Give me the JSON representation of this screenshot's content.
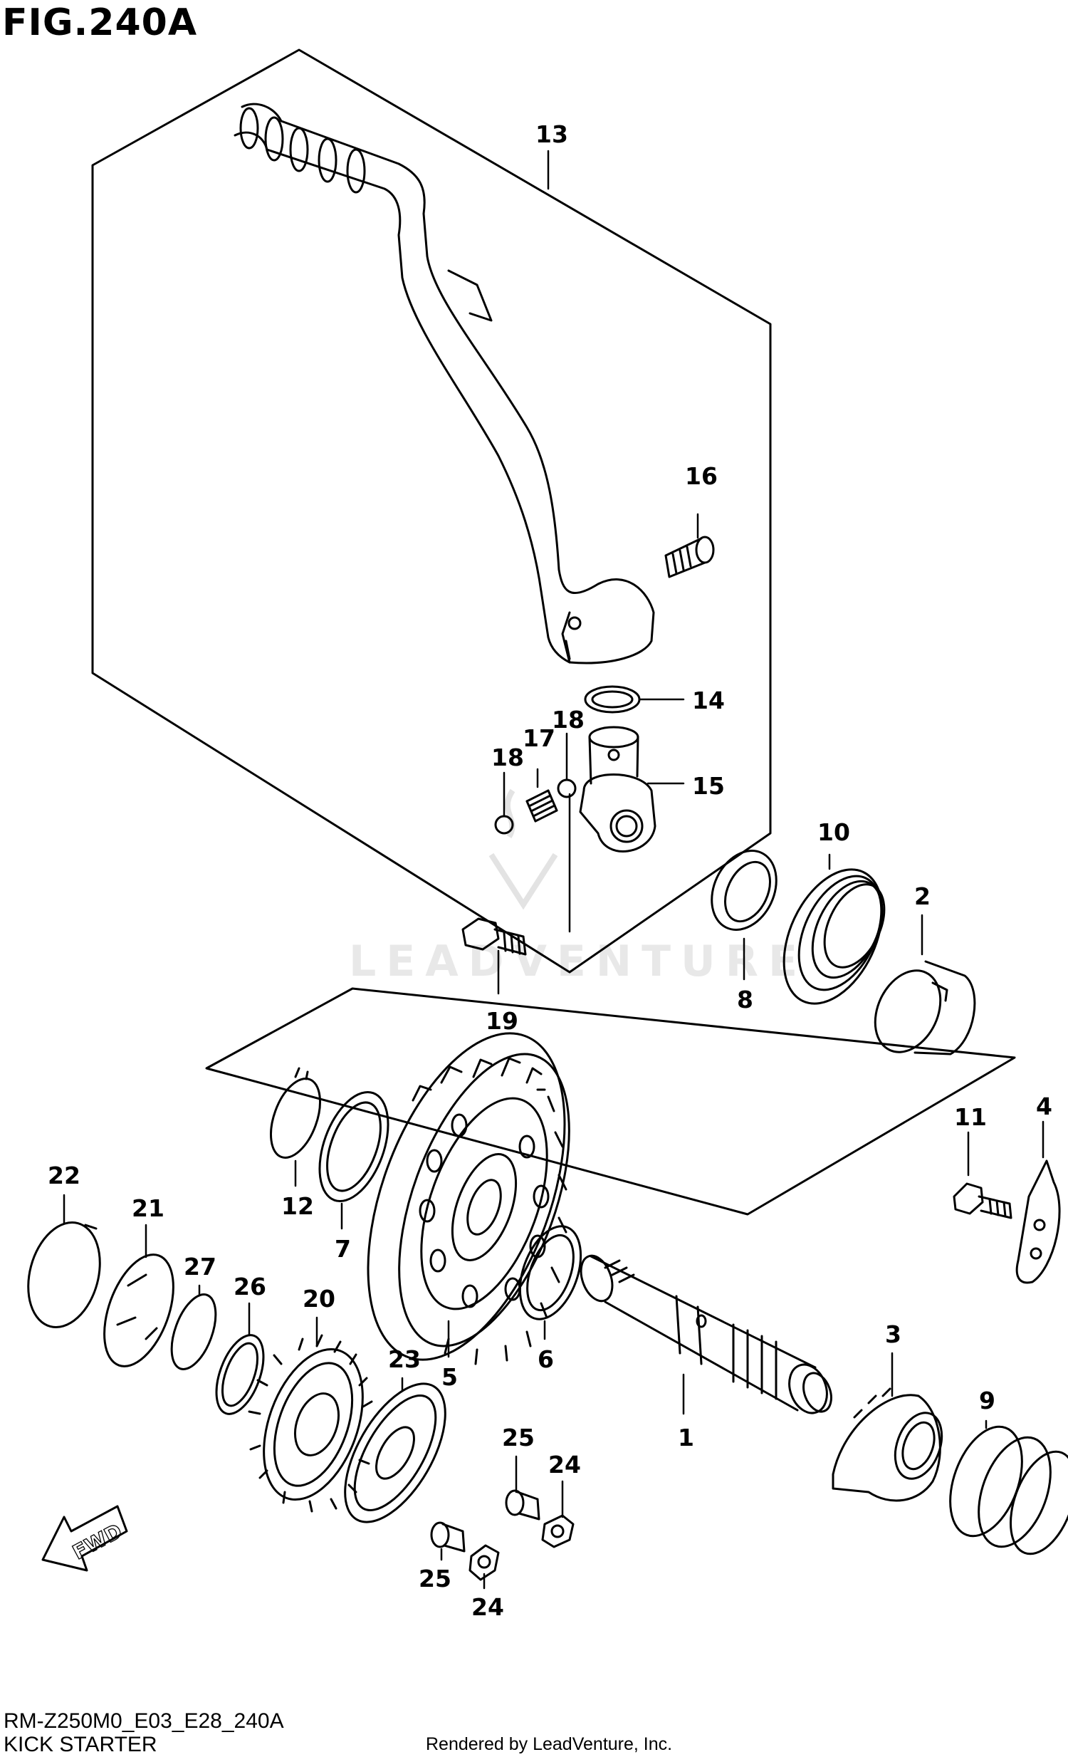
{
  "figure": {
    "title": "FIG.240A",
    "watermark": "LEADVENTURE",
    "fwd_label": "FWD"
  },
  "callouts": [
    "1",
    "2",
    "3",
    "4",
    "5",
    "6",
    "7",
    "8",
    "9",
    "10",
    "11",
    "12",
    "13",
    "14",
    "15",
    "16",
    "17",
    "18",
    "18",
    "19",
    "20",
    "21",
    "22",
    "23",
    "24",
    "24",
    "25",
    "25",
    "26",
    "27"
  ],
  "footer": {
    "diagram_code": "RM-Z250M0_E03_E28_240A",
    "section_name": "KICK STARTER",
    "credit": "Rendered by LeadVenture, Inc."
  }
}
